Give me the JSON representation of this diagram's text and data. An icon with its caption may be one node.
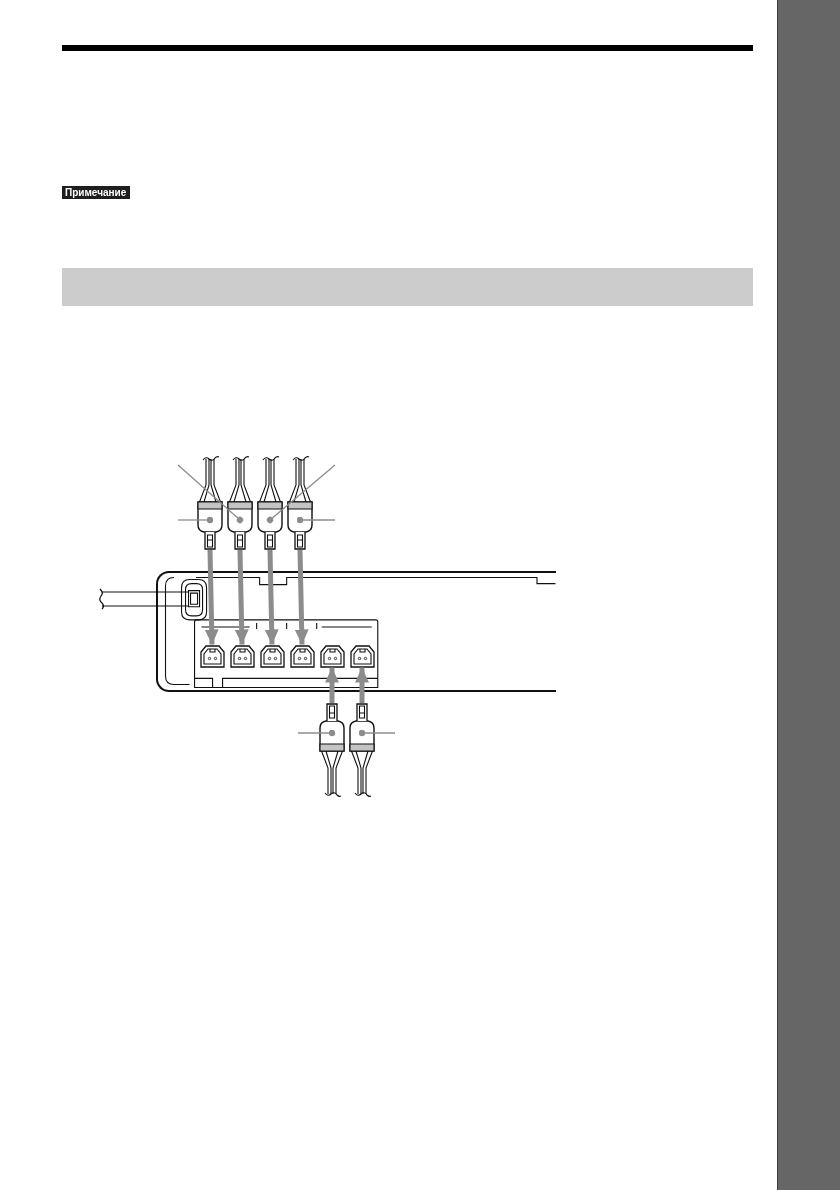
{
  "diagram": {
    "nodes": [
      {
        "text": [],
        "shape": "bar"
      },
      {
        "text": [],
        "shape": "picture"
      },
      {
        "text": [],
        "shape": "picture"
      },
      {
        "text": [],
        "shape": "picture"
      },
      {
        "text": [],
        "shape": "picture"
      },
      {
        "text": [],
        "shape": "picture"
      },
      {
        "text": [],
        "shape": "picture",
        "in": 5
      },
      {
        "text": [],
        "shape": "picture",
        "in": 5
      },
      {
        "text": [],
        "shape": "picture",
        "in": 5
      },
      {
        "text": [],
        "shape": "picture",
        "in": 5
      },
      {
        "text": [],
        "shape": "picture",
        "in": 5
      },
      {
        "text": [],
        "shape": "picture",
        "in": 5
      },
      {
        "text": [],
        "shape": "picture"
      },
      {
        "text": [],
        "shape": "picture"
      },
      {
        "text": [],
        "shape": "bar"
      }
    ],
    "edges": [
      {
        "from": 1,
        "to": 6,
        "arrow": "to",
        "style": "thick"
      },
      {
        "from": 2,
        "to": 7,
        "arrow": "to",
        "style": "thick"
      },
      {
        "from": 3,
        "to": 8,
        "arrow": "to",
        "style": "thick"
      },
      {
        "from": 4,
        "to": 9,
        "arrow": "to",
        "style": "thick"
      },
      {
        "from": 12,
        "to": 10,
        "arrow": "to",
        "style": "thick"
      },
      {
        "from": 13,
        "to": 11,
        "arrow": "to",
        "style": "thick"
      },
      {
        "from": null,
        "to": 1,
        "arrow": "other"
      },
      {
        "from": null,
        "to": 2,
        "arrow": "other"
      },
      {
        "from": null,
        "to": 3,
        "arrow": "other"
      },
      {
        "from": null,
        "to": 4,
        "arrow": "other"
      },
      {
        "from": null,
        "to": 12,
        "arrow": "other"
      },
      {
        "from": null,
        "to": 13,
        "arrow": "other"
      }
    ],
    "labels": [
      "Примечание"
    ]
  }
}
